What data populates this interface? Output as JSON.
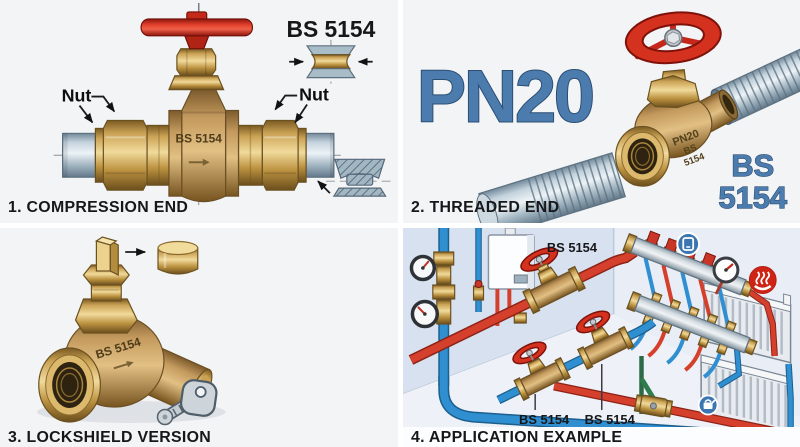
{
  "colors": {
    "steel_blue_text": "#4c7bad",
    "handwheel_red": "#d5311f",
    "brass": "#d2a95c",
    "pipe_red": "#d5402d",
    "pipe_blue": "#2f8fd1",
    "panel_bg": "#f3f4f6"
  },
  "panel1": {
    "caption": "1. COMPRESSION END",
    "standard_title": "BS 5154",
    "nut_label_left": "Nut",
    "nut_label_right": "Nut",
    "body_marking": "BS 5154"
  },
  "panel2": {
    "caption": "2. THREADED END",
    "pressure_rating": "PN20",
    "standard_line1": "BS",
    "standard_line2": "5154",
    "body_marking_line1": "PN20",
    "body_marking_line2": "BS",
    "body_marking_line3": "5154"
  },
  "panel3": {
    "caption": "3. LOCKSHIELD VERSION",
    "body_marking": "BS 5154"
  },
  "panel4": {
    "caption": "4. APPLICATION EXAMPLE",
    "valve_label_top": "BS 5154",
    "valve_label_bottom_left": "BS 5154",
    "valve_label_bottom_right": "BS 5154",
    "icons": {
      "top_circle": "boiler-icon",
      "gauge": "pressure-gauge-icon",
      "heat_circle": "heating-icon",
      "bottom_circle": "hot-water-icon"
    }
  }
}
